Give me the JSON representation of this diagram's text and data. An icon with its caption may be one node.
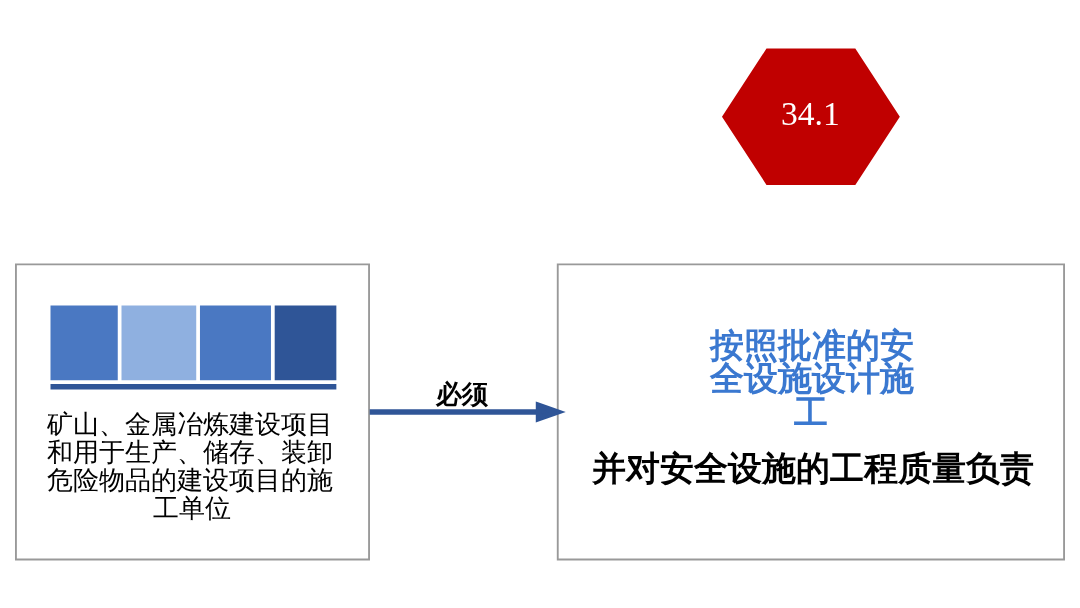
{
  "diagram": {
    "nodes": [
      {
        "text": [
          "矿山、金属冶炼建设项目和用于生产、储存、装卸危险物品的建设项目的施工单位"
        ]
      },
      {
        "text": [
          "按照批准的安全设施设计施工",
          "并对安全设施的工程质量负责"
        ]
      },
      {
        "text": [
          "34.1"
        ]
      }
    ],
    "edges": [
      {
        "from": 0,
        "to": 1,
        "arrow": "to",
        "label": "必须"
      }
    ]
  }
}
